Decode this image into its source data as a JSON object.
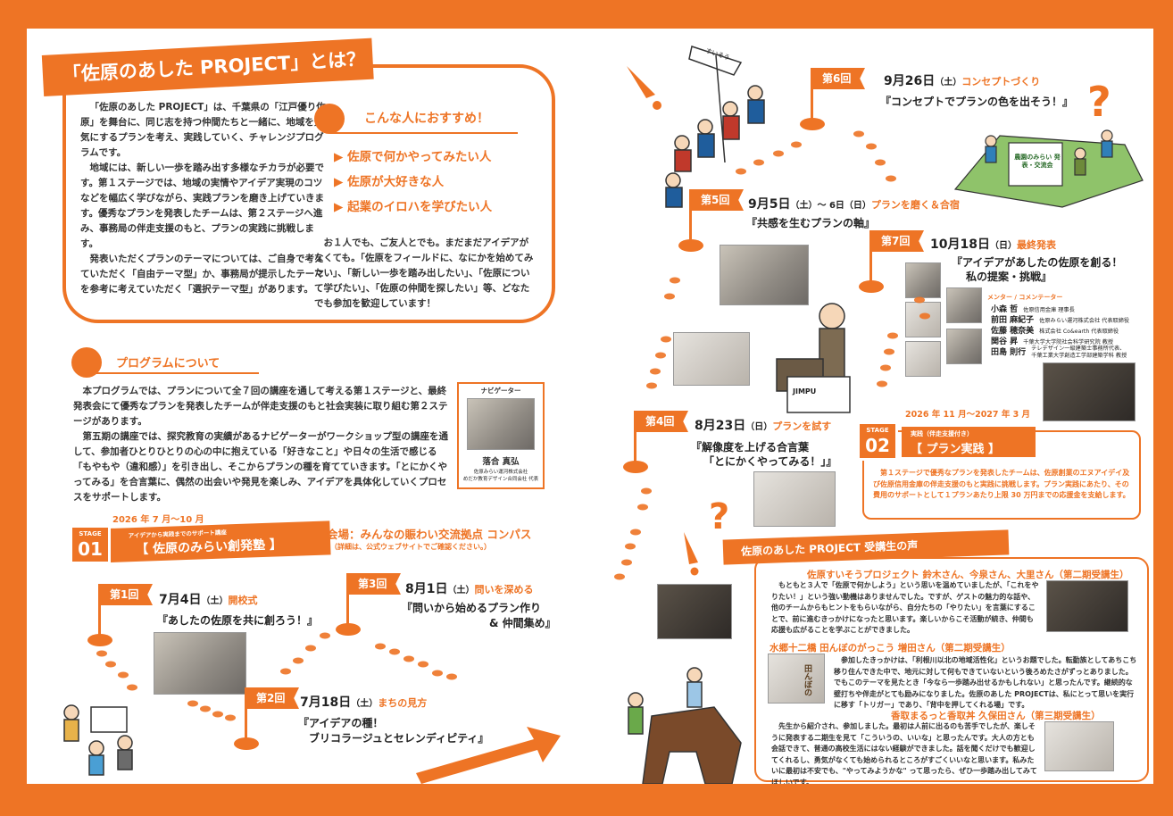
{
  "intro": {
    "title": "「佐原のあした PROJECT」とは？",
    "para1": "「佐原のあした PROJECT」は、千葉県の「江戸優り佐原」を舞台に、同じ志を持つ仲間たちと一緒に、地域を元気にするプランを考え、実践していく、チャレンジプログラムです。",
    "para2": "地域には、新しい一歩を踏み出す多様なチカラが必要です。第１ステージでは、地域の実情やアイデア実現のコツなどを幅広く学びながら、実践プランを磨き上げていきます。優秀なプランを発表したチームは、第２ステージへ進み、事務局の伴走支援のもと、プランの実践に挑戦します。",
    "para3": "発表いただくプランのテーマについては、ご自身で考えていただく「自由テーマ型」か、事務局が提示したテーマを参考に考えていただく「選択テーマ型」があります。"
  },
  "recommend": {
    "title": "こんな人におすすめ！",
    "items": [
      "▶ 佐原で何かやってみたい人",
      "▶ 佐原が大好きな人",
      "▶ 起業のイロハを学びたい人"
    ],
    "text": "お１人でも、ご友人とでも。まだまだアイデアがなくても。「佐原をフィールドに、なにかを始めてみたい」、「新しい一歩を踏み出したい」、「佐原について学びたい」、「佐原の仲間を探したい」等、どなたでも参加を歓迎しています！"
  },
  "program": {
    "title": "プログラムについて",
    "para1": "本プログラムでは、プランについて全７回の講座を通して考える第１ステージと、最終発表会にて優秀なプランを発表したチームが伴走支援のもと社会実装に取り組む第２ステージがあります。",
    "para2": "第五期の講座では、探究教育の実績があるナビゲーターがワークショップ型の講座を通して、参加者ひとりひとりの心の中に抱えている「好きなこと」や日々の生活で感じる「もやもや（違和感）」を引き出し、そこからプランの種を育てていきます。「とにかくやってみる」を合言葉に、偶然の出会いや発見を楽しみ、アイデアを具体化していくプロセスをサポートします。"
  },
  "navigator": {
    "label": "ナビゲーター",
    "name": "落合 真弘",
    "affiliation1": "佐原みらい運河株式会社",
    "affiliation2": "めだか教育デザイン合同会社 代表"
  },
  "stage1": {
    "period": "2026 年 7 月〜10 月",
    "stage_label": "STAGE",
    "stage_num": "01",
    "subtitle": "アイデアから実践までのサポート講座",
    "name": "【 佐原のみらい創発塾 】",
    "venue": "会場：みんなの賑わい交流拠点 コンパス",
    "venue_note": "（詳細は、公式ウェブサイトでご確認ください。）"
  },
  "sessions": [
    {
      "flag": "第1回",
      "date": "7月4日",
      "day": "（土）",
      "tag": "開校式",
      "sub1": "『あしたの佐原を共に創ろう！』",
      "sub2": ""
    },
    {
      "flag": "第2回",
      "date": "7月18日",
      "day": "（土）",
      "tag": "まちの見方",
      "sub1": "『アイデアの種！",
      "sub2": "ブリコラージュとセレンディピティ』"
    },
    {
      "flag": "第3回",
      "date": "8月1日",
      "day": "（土）",
      "tag": "問いを深める",
      "sub1": "『問いから始めるプラン作り",
      "sub2": "& 仲間集め』"
    },
    {
      "flag": "第4回",
      "date": "8月23日",
      "day": "（日）",
      "tag": "プランを試す",
      "sub1": "『解像度を上げる合言葉",
      "sub2": "「とにかくやってみる！」』"
    },
    {
      "flag": "第5回",
      "date": "9月5日",
      "day": "（土）〜 6日（日）",
      "tag": "プランを磨く＆合宿",
      "sub1": "『共感を生むプランの軸』",
      "sub2": ""
    },
    {
      "flag": "第6回",
      "date": "9月26日",
      "day": "（土）",
      "tag": "コンセプトづくり",
      "sub1": "『コンセプトでプランの色を出そう！』",
      "sub2": ""
    },
    {
      "flag": "第7回",
      "date": "10月18日",
      "day": "（日）",
      "tag": "最終発表",
      "sub1": "『アイデアがあしたの佐原を創る！",
      "sub2": "私の提案・挑戦』"
    }
  ],
  "mentors": {
    "title": "メンター / コメンテーター",
    "list": [
      {
        "name": "小森 哲",
        "aff": "佐原信用金庫 理事長"
      },
      {
        "name": "前田 麻紀子",
        "aff": "佐原みらい運河株式会社 代表取締役"
      },
      {
        "name": "佐藤 穂奈美",
        "aff": "株式会社 Co&earth 代表取締役"
      },
      {
        "name": "関谷 昇",
        "aff": "千葉大学大学院社会科学研究院 教授"
      },
      {
        "name": "田島 則行",
        "aff": "テレデザイン一級建築士事務所代表、千葉工業大学創造工学部建築学科 教授"
      }
    ]
  },
  "stage2": {
    "period": "2026 年 11 月〜2027 年 3 月",
    "stage_label": "STAGE",
    "stage_num": "02",
    "subtitle": "実践（伴走支援付き）",
    "name": "【 プラン実践 】",
    "text": "第１ステージで優秀なプランを発表したチームは、佐原創業のエヌアイデイ及び佐原信用金庫の伴走支援のもと実践に挑戦します。プラン実践にあたり、その費用のサポートとして１プランあたり上限 30 万円までの応援金を支給します。"
  },
  "voices": {
    "title": "佐原のあした PROJECT 受講生の声",
    "items": [
      {
        "title": "佐原すいそうプロジェクト 鈴木さん、今泉さん、大里さん（第二期受講生）",
        "text": "もともと３人で「佐原で何かしよう」という思いを温めていましたが、「これをやりたい！」という強い動機はありませんでした。ですが、ゲストの魅力的な話や、他のチームからもヒントをもらいながら、自分たちの「やりたい」を言葉にすることで、前に進むきっかけになったと思います。楽しいからこそ活動が続き、仲間も応援も広がることを学ぶことができました。"
      },
      {
        "title": "水郷十二橋 田んぼのがっこう 増田さん（第二期受講生）",
        "text": "参加したきっかけは、「利根川以北の地域活性化」というお題でした。転勤族としてあちこち移り住んできた中で、地元に対して何もできていないという後ろめたさがずっとありました。でもこのテーマを見たとき「今なら一歩踏み出せるかもしれない」と思ったんです。継続的な壁打ちや伴走がとても励みになりました。佐原のあした PROJECTは、私にとって思いを実行に移す「トリガー」であり、「背中を押してくれる場」です。"
      },
      {
        "title": "香取まるっと香取丼 久保田さん（第三期受講生）",
        "text": "先生から紹介され、参加しました。最初は人前に出るのも苦手でしたが、楽しそうに発表する二期生を見て「こういうの、いいな」と思ったんです。大人の方とも会話できて、普通の高校生活にはない経験ができました。話を聞くだけでも歓迎してくれるし、勇気がなくても始められるところがすごくいいなと思います。私みたいに最初は不安でも、\"やってみようかな\" って思ったら、ぜひ一歩踏み出してみてほしいです。"
      }
    ]
  },
  "decor": {
    "sign_text": "すいそう",
    "shop_sign": "JIMPU",
    "garden_sign": "農園のみらい 発表・交流会",
    "tanbo_sign": "田んぼの"
  }
}
